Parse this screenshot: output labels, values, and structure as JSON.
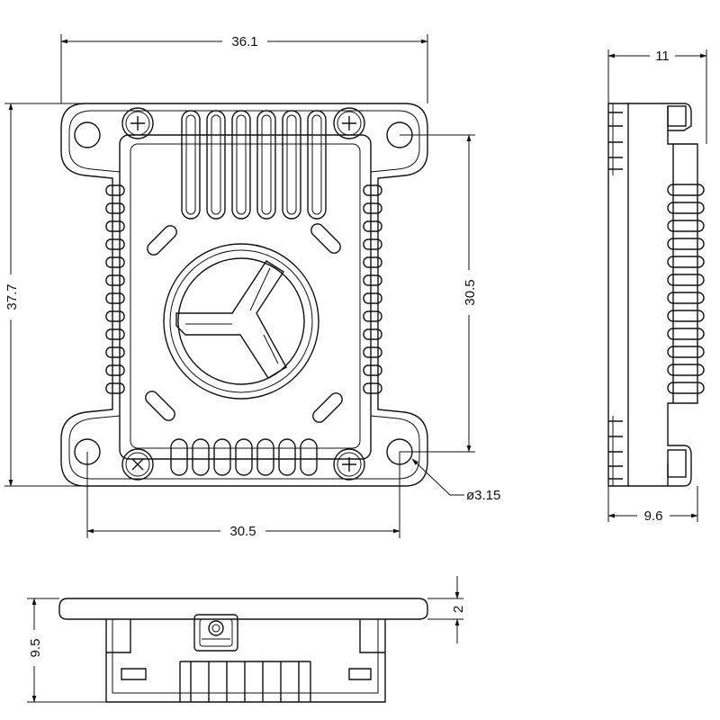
{
  "drawing": {
    "dimensions": {
      "top_width": "36.1",
      "overall_height": "37.7",
      "hole_spacing_vertical": "30.5",
      "hole_spacing_horizontal": "30.5",
      "hole_diameter": "ø3.15",
      "side_depth": "11",
      "side_body_depth": "9.6",
      "bottom_height": "9.5",
      "flange_thickness": "2"
    }
  }
}
